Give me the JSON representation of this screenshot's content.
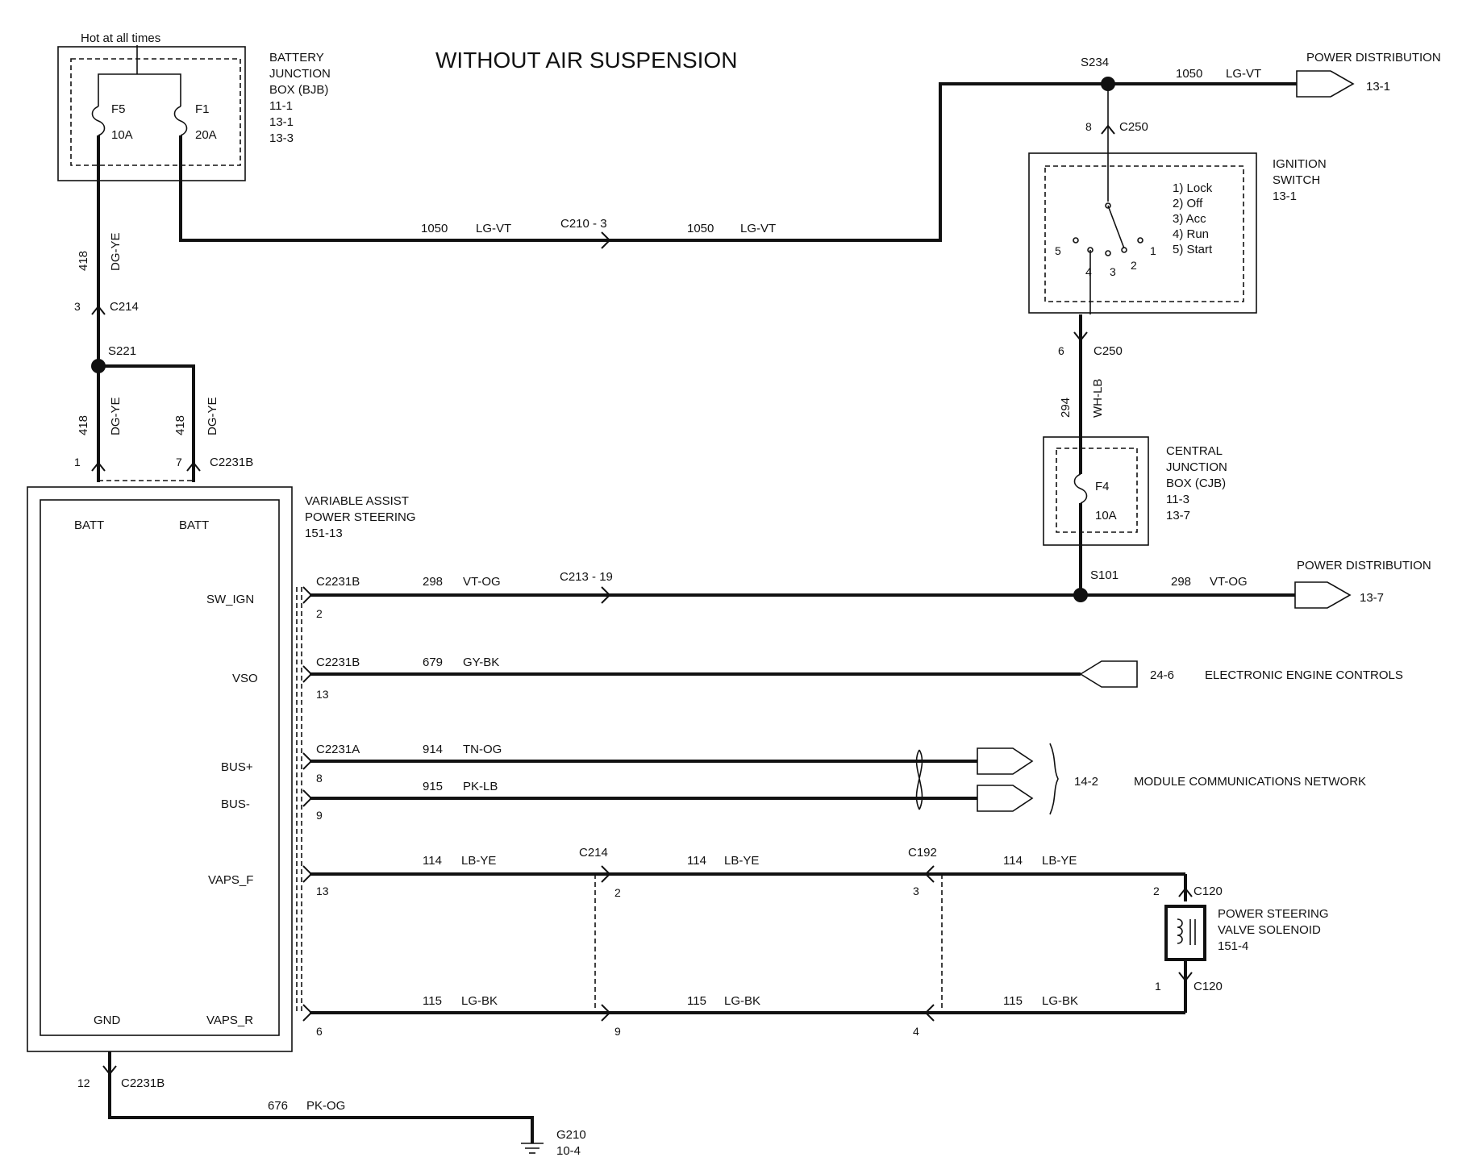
{
  "title": "WITHOUT AIR SUSPENSION",
  "hot_label": "Hot at all times",
  "bjb": {
    "lines": [
      "BATTERY",
      "JUNCTION",
      "BOX (BJB)",
      "11-1",
      "13-1",
      "13-3"
    ],
    "fuse_a": {
      "name": "F5",
      "rating": "10A"
    },
    "fuse_b": {
      "name": "F1",
      "rating": "20A"
    }
  },
  "module": {
    "lines": [
      "VARIABLE ASSIST",
      "POWER STEERING",
      "151-13"
    ],
    "pins": {
      "batt1": "BATT",
      "batt2": "BATT",
      "sw_ign": "SW_IGN",
      "vso": "VSO",
      "bus_p": "BUS+",
      "bus_m": "BUS-",
      "vaps_f": "VAPS_F",
      "gnd": "GND",
      "vaps_r": "VAPS_R"
    }
  },
  "ignition": {
    "lines": [
      "IGNITION",
      "SWITCH",
      "13-1"
    ],
    "positions": [
      "1) Lock",
      "2) Off",
      "3) Acc",
      "4) Run",
      "5) Start"
    ],
    "pin_nums": [
      "5",
      "4",
      "3",
      "2",
      "1"
    ]
  },
  "cjb": {
    "lines": [
      "CENTRAL",
      "JUNCTION",
      "BOX (CJB)",
      "11-3",
      "13-7"
    ],
    "fuse": {
      "name": "F4",
      "rating": "10A"
    }
  },
  "solenoid": {
    "lines": [
      "POWER STEERING",
      "VALVE SOLENOID",
      "151-4"
    ]
  },
  "ground": {
    "name": "G210",
    "ref": "10-4"
  },
  "destinations": {
    "pd1": {
      "label": "POWER DISTRIBUTION",
      "ref": "13-1"
    },
    "pd2": {
      "label": "POWER DISTRIBUTION",
      "ref": "13-7"
    },
    "eec": {
      "label": "ELECTRONIC ENGINE CONTROLS",
      "ref": "24-6"
    },
    "mcn": {
      "label": "MODULE COMMUNICATIONS NETWORK",
      "ref": "14-2"
    }
  },
  "splices": {
    "s234": "S234",
    "s221": "S221",
    "s101": "S101"
  },
  "wires": {
    "w418a": {
      "circuit": "418",
      "color": "DG-YE"
    },
    "w418b": {
      "circuit": "418",
      "color": "DG-YE"
    },
    "w418c": {
      "circuit": "418",
      "color": "DG-YE"
    },
    "w1050a": {
      "circuit": "1050",
      "color": "LG-VT"
    },
    "w1050b": {
      "circuit": "1050",
      "color": "LG-VT"
    },
    "w1050c": {
      "circuit": "1050",
      "color": "LG-VT"
    },
    "w294": {
      "circuit": "294",
      "color": "WH-LB"
    },
    "w298a": {
      "circuit": "298",
      "color": "VT-OG"
    },
    "w298b": {
      "circuit": "298",
      "color": "VT-OG"
    },
    "w679": {
      "circuit": "679",
      "color": "GY-BK"
    },
    "w914": {
      "circuit": "914",
      "color": "TN-OG"
    },
    "w915": {
      "circuit": "915",
      "color": "PK-LB"
    },
    "w114a": {
      "circuit": "114",
      "color": "LB-YE"
    },
    "w114b": {
      "circuit": "114",
      "color": "LB-YE"
    },
    "w114c": {
      "circuit": "114",
      "color": "LB-YE"
    },
    "w115a": {
      "circuit": "115",
      "color": "LG-BK"
    },
    "w115b": {
      "circuit": "115",
      "color": "LG-BK"
    },
    "w115c": {
      "circuit": "115",
      "color": "LG-BK"
    },
    "w676": {
      "circuit": "676",
      "color": "PK-OG"
    }
  },
  "connectors": {
    "c214_top": {
      "name": "C214",
      "pin": "3"
    },
    "c2231b_1": {
      "name": "C2231B",
      "pin1": "1",
      "pin2": "7"
    },
    "c210": {
      "name": "C210 - 3"
    },
    "c250_top": {
      "name": "C250",
      "pin": "8"
    },
    "c250_bot": {
      "name": "C250",
      "pin": "6"
    },
    "c213": {
      "name": "C213 - 19"
    },
    "c2231b_sw": {
      "name": "C2231B",
      "pin": "2"
    },
    "c2231b_vso": {
      "name": "C2231B",
      "pin": "13"
    },
    "c2231a": {
      "name": "C2231A",
      "pin_p": "8",
      "pin_m": "9"
    },
    "vaps_f_pin": "13",
    "vaps_r_pin": "6",
    "c214_mid": {
      "name": "C214",
      "pin_f": "2",
      "pin_r": "9"
    },
    "c192": {
      "name": "C192",
      "pin_f": "3",
      "pin_r": "4"
    },
    "c120_top": {
      "name": "C120",
      "pin": "2"
    },
    "c120_bot": {
      "name": "C120",
      "pin": "1"
    },
    "c2231b_gnd": {
      "name": "C2231B",
      "pin": "12"
    }
  }
}
